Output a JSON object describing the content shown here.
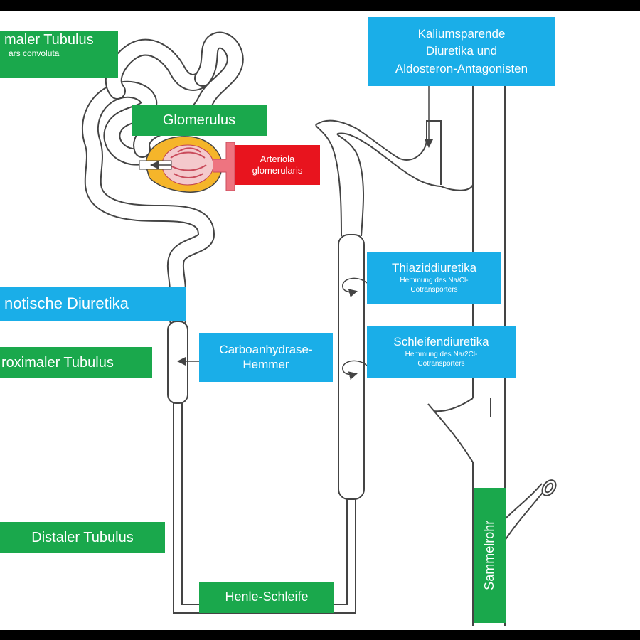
{
  "labels": {
    "proximal_convoluted": {
      "title": "maler Tubulus",
      "subtitle": "ars convoluta"
    },
    "glomerulus": "Glomerulus",
    "arteriola": {
      "line1": "Arteriola",
      "line2": "glomerularis"
    },
    "kalium": {
      "line1": "Kaliumsparende",
      "line2": "Diuretika und",
      "line3": "Aldosteron-Antagonisten"
    },
    "osmotic": "notische Diuretika",
    "proximal_straight": "roximaler Tubulus",
    "carbo": {
      "line1": "Carboanhydrase-",
      "line2": "Hemmer"
    },
    "thiazid": {
      "title": "Thiaziddiuretika",
      "sub1": "Hemmung des Na/Cl-",
      "sub2": "Cotransporters"
    },
    "schleifen": {
      "title": "Schleifendiuretika",
      "sub1": "Hemmung des Na/2Cl-",
      "sub2": "Cotransporters"
    },
    "distal": "Distaler Tubulus",
    "henle": "Henle-Schleife",
    "sammelrohr": "Sammelrohr"
  },
  "colors": {
    "green": "#1aa84c",
    "blue": "#1aaee8",
    "red": "#e8141e",
    "tubule_stroke": "#444444",
    "capsule": "#f5b52a",
    "capillary": "#f0a0a8",
    "vessel": "#ee7480"
  },
  "icons": [
    "arrow-left-icon",
    "arrow-down-icon",
    "curved-arrow-icon"
  ]
}
